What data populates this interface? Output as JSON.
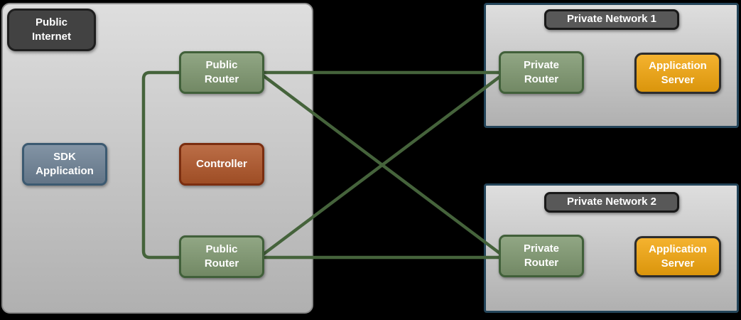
{
  "colors": {
    "background": "#000000",
    "container-fill-top": "#dedede",
    "container-fill-bottom": "#b0b0b0",
    "container-border": "#8a8a8a",
    "network-border": "#24455a",
    "router-fill": "#7f9870",
    "router-border": "#41603a",
    "line-green": "#45633b",
    "controller-fill": "#b05629",
    "controller-border": "#7b2e10",
    "sdk-fill": "#6e8296",
    "sdk-border": "#3c5a71",
    "server-fill": "#f3a60d",
    "server-border": "#2d2d2d",
    "badge-dark-fill": "#424242",
    "badge-dark-border": "#1f1f1f",
    "badge-network-fill": "#585858",
    "badge-network-border": "#191919",
    "text": "#ffffff"
  },
  "public_internet": {
    "title": "Public\nInternet",
    "sdk_application_label": "SDK\nApplication",
    "controller_label": "Controller",
    "public_router_1_label": "Public\nRouter",
    "public_router_2_label": "Public\nRouter"
  },
  "private_network_1": {
    "title": "Private Network 1",
    "private_router_label": "Private\nRouter",
    "application_server_label": "Application\nServer"
  },
  "private_network_2": {
    "title": "Private Network 2",
    "private_router_label": "Private\nRouter",
    "application_server_label": "Application\nServer"
  },
  "connections": [
    {
      "from": "public-router-1",
      "to": "public-router-2"
    },
    {
      "from": "public-router-1",
      "to": "private-network-1-private-router"
    },
    {
      "from": "public-router-1",
      "to": "private-network-2-private-router"
    },
    {
      "from": "public-router-2",
      "to": "private-network-1-private-router"
    },
    {
      "from": "public-router-2",
      "to": "private-network-2-private-router"
    }
  ]
}
